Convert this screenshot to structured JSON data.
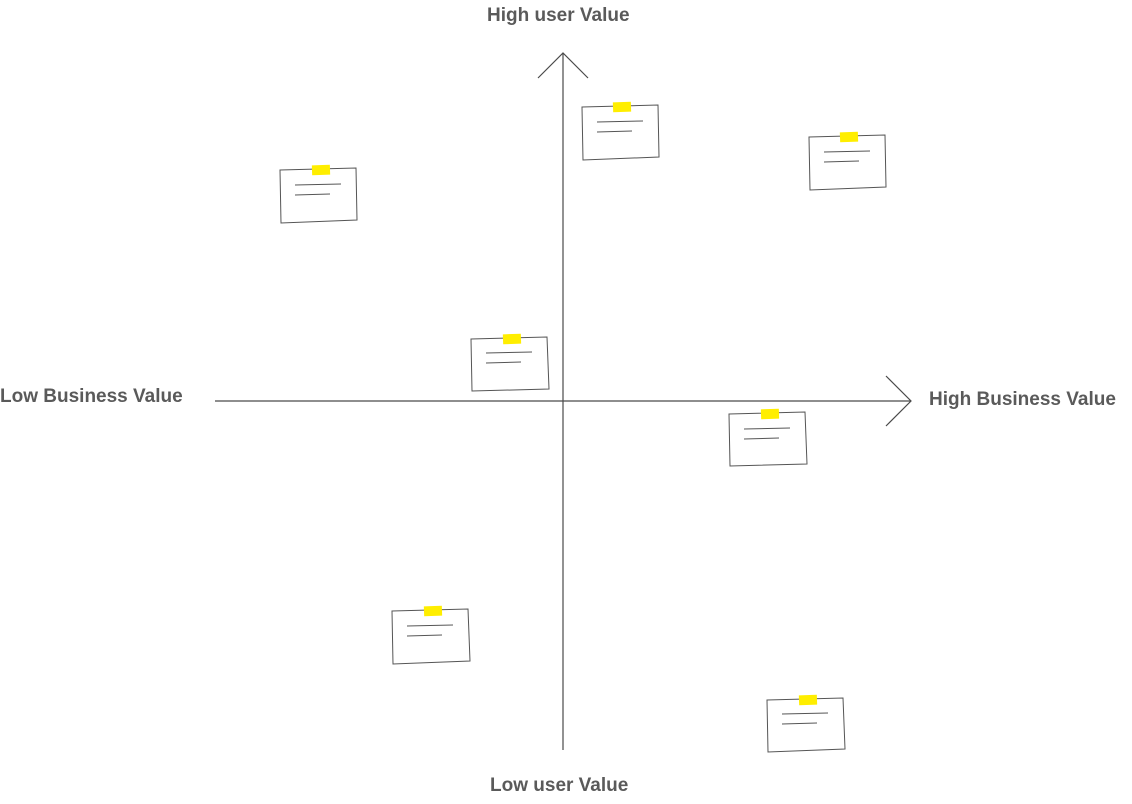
{
  "axes": {
    "y_positive": "High user Value",
    "y_negative": "Low user Value",
    "x_negative": "Low Business Value",
    "x_positive": "High Business Value"
  },
  "colors": {
    "axis": "#4a4a4a",
    "label": "#5a5a5a",
    "note_border": "#555555",
    "note_fill": "#ffffff",
    "tape": "#ffee00"
  },
  "notes_count_visible": 7
}
